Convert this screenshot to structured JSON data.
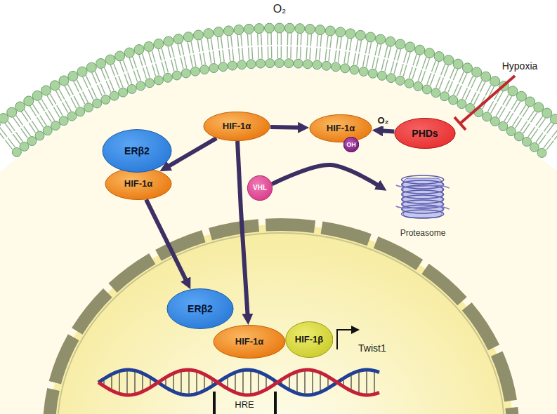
{
  "diagram": {
    "nodes": [
      {
        "text": [
          "HIF-1α"
        ]
      },
      {
        "text": [
          "HIF-1α"
        ]
      },
      {
        "text": [
          "OH"
        ]
      },
      {
        "text": [
          "PHDs"
        ]
      },
      {
        "text": [
          "ERβ2"
        ]
      },
      {
        "text": [
          "HIF-1α"
        ]
      },
      {
        "text": [
          "VHL"
        ]
      },
      {
        "text": [
          "Proteasome"
        ]
      },
      {
        "text": [
          "ERβ2"
        ]
      },
      {
        "text": [
          "HIF-1α"
        ]
      },
      {
        "text": [
          "HIF-1β"
        ]
      }
    ],
    "edges": [
      {
        "from": 0,
        "to": 1,
        "arrow": "to"
      },
      {
        "from": 3,
        "to": 1,
        "label": "O₂",
        "arrow": "to"
      },
      {
        "from": 0,
        "to": 5,
        "arrow": "to"
      },
      {
        "from": 0,
        "to": 9,
        "arrow": "to"
      },
      {
        "from": 5,
        "to": 8,
        "arrow": "to"
      },
      {
        "from": 6,
        "to": 7,
        "arrow": "to"
      }
    ],
    "labels": [
      "O₂",
      "Hypoxia",
      "Twist1",
      "HRE"
    ]
  }
}
